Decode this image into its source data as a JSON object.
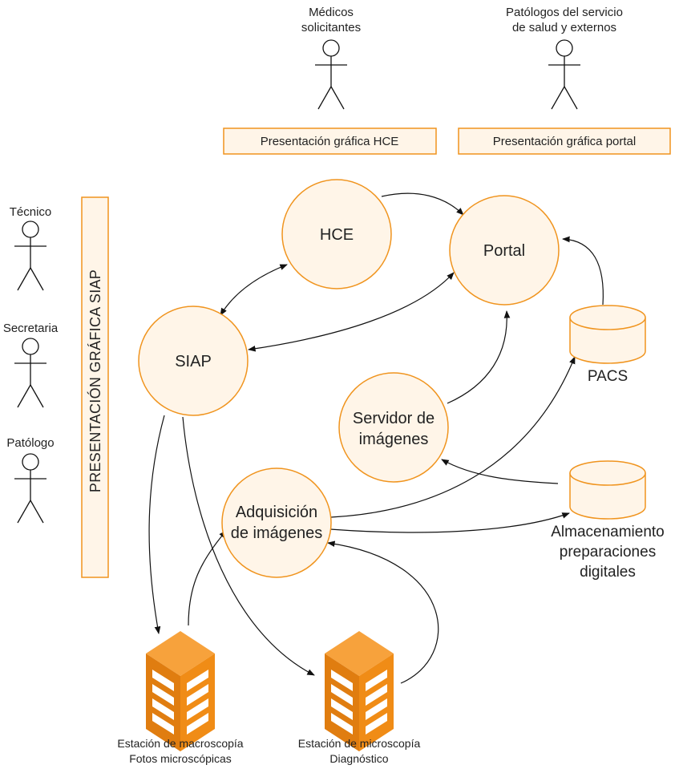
{
  "actors": {
    "medicos": "Médicos\nsolicitantes",
    "patologos_externos": "Patólogos del servicio\nde salud y externos",
    "tecnico": "Técnico",
    "secretaria": "Secretaria",
    "patologo": "Patólogo"
  },
  "presentation": {
    "hce": "Presentación gráfica HCE",
    "portal": "Presentación gráfica portal",
    "siap": "PRESENTACIÓN GRÁFICA SIAP"
  },
  "nodes": {
    "hce": "HCE",
    "portal": "Portal",
    "siap": "SIAP",
    "servidor": "Servidor de\nimágenes",
    "adquisicion": "Adquisición\nde imágenes"
  },
  "storage": {
    "pacs": "PACS",
    "almacenamiento": "Almacenamiento\npreparaciones\ndigitales"
  },
  "stations": {
    "macro": "Estación de macroscopía\nFotos microscópicas",
    "micro": "Estación de microscopía\nDiagnóstico"
  },
  "colors": {
    "fill": "#fff5e8",
    "stroke": "#f0941e",
    "server_dark": "#e07d10",
    "server_light": "#f7a23c"
  }
}
